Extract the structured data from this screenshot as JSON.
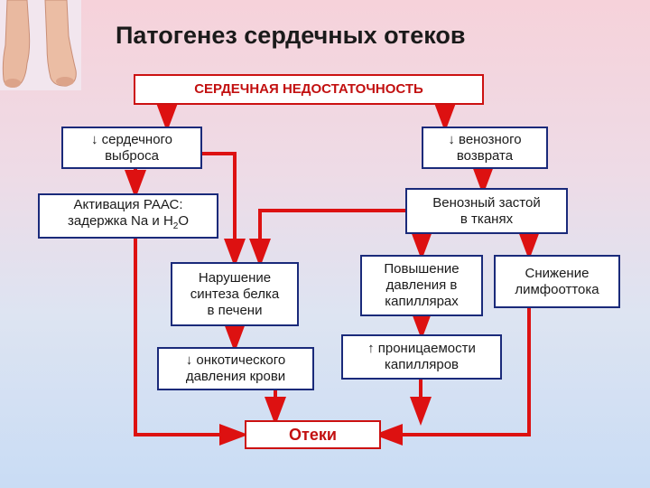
{
  "title": "Патогенез сердечных отеков",
  "boxes": {
    "heart_failure": "СЕРДЕЧНАЯ НЕДОСТАТОЧНОСТЬ",
    "cardiac_output": {
      "line1": "↓ сердечного",
      "line2": "выброса"
    },
    "venous_return": {
      "line1": "↓ венозного",
      "line2": "возврата"
    },
    "raas": {
      "line1": "Активация РААС:",
      "line2_prefix": "задержка Na и H",
      "line2_sub": "2",
      "line2_suffix": "O"
    },
    "venous_stasis": {
      "line1": "Венозный застой",
      "line2": "в тканях"
    },
    "protein_synthesis": {
      "line1": "Нарушение",
      "line2": "синтеза белка",
      "line3": "в печени"
    },
    "capillary_pressure": {
      "line1": "Повышение",
      "line2": "давления в",
      "line3": "капиллярах"
    },
    "lymph_outflow": {
      "line1": "Снижение",
      "line2": "лимфооттока"
    },
    "oncotic_pressure": {
      "line1": "↓ онкотического",
      "line2": "давления крови"
    },
    "capillary_permeability": {
      "line1": "↑ проницаемости",
      "line2": "капилляров"
    },
    "edema": "Отеки"
  },
  "colors": {
    "arrow": "#dd1111",
    "box_border": "#1a2a7a",
    "accent_text": "#c21010"
  }
}
